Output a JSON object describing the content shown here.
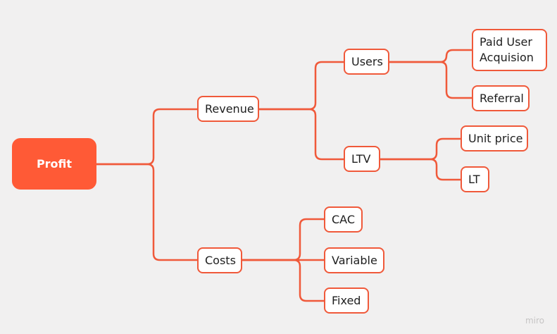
{
  "colors": {
    "accent": "#ff5a36",
    "line": "#f0593a",
    "background": "#f1f0f0"
  },
  "nodes": {
    "profit": "Profit",
    "revenue": "Revenue",
    "costs": "Costs",
    "users": "Users",
    "ltv": "LTV",
    "paid_user_acquisition": "Paid User Acquision",
    "referral": "Referral",
    "unit_price": "Unit price",
    "lt": "LT",
    "cac": "CAC",
    "variable": "Variable",
    "fixed": "Fixed"
  },
  "watermark": "miro"
}
